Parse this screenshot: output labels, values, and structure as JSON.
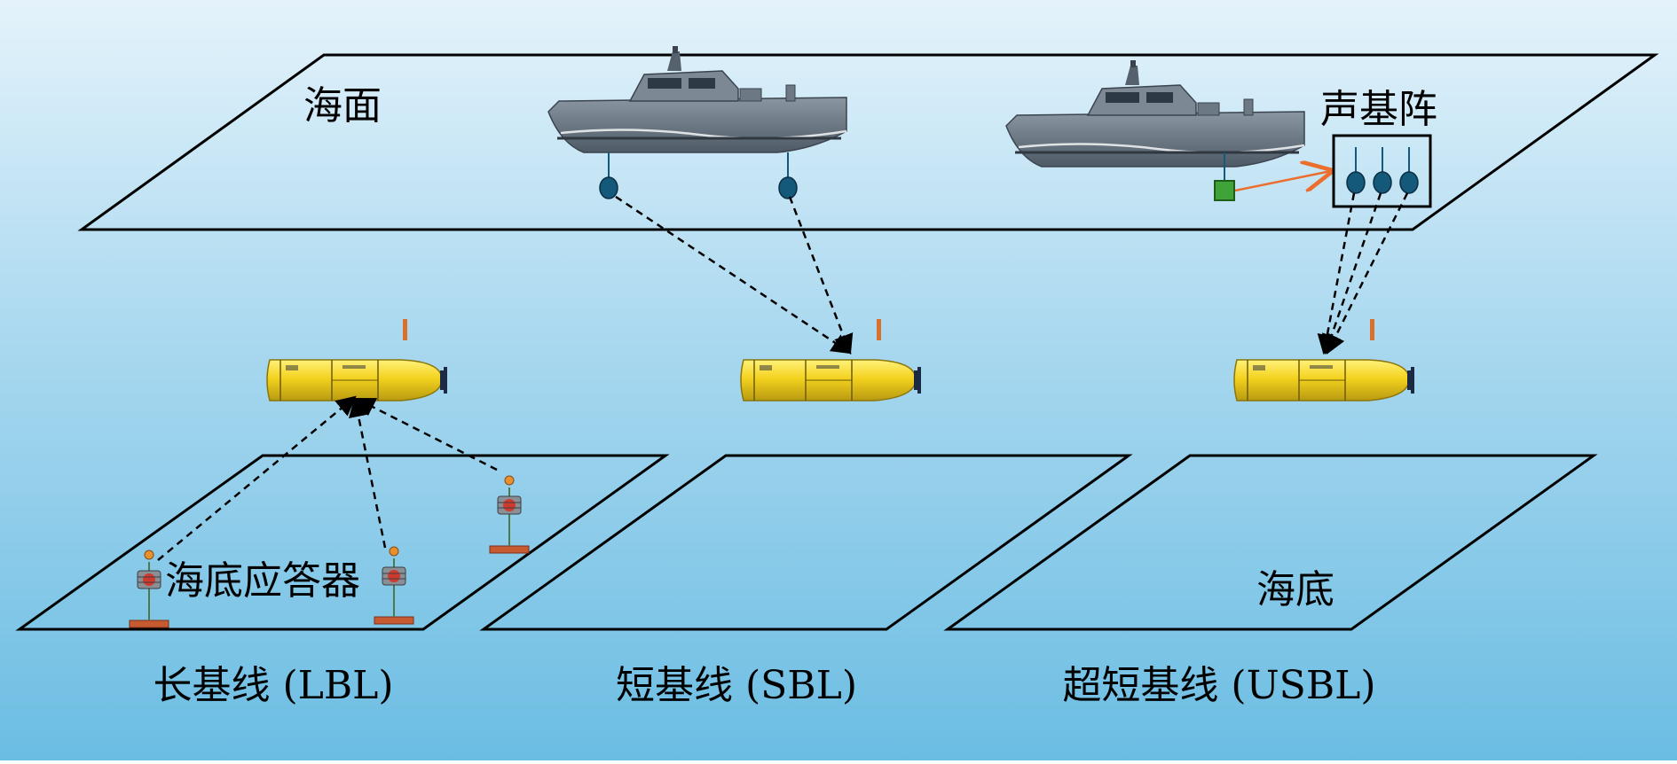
{
  "labels": {
    "sea_surface": "海面",
    "acoustic_array": "声基阵",
    "seabed_transponder": "海底应答器",
    "seabed": "海底"
  },
  "methods": [
    {
      "name": "长基线 (LBL)"
    },
    {
      "name": "短基线 (SBL)"
    },
    {
      "name": "超短基线 (USBL)"
    }
  ],
  "colors": {
    "bg_top": "#e4f3fb",
    "bg_bottom": "#6bbde3",
    "ship_hull": "#6f7c89",
    "auv_body": "#f4d21f",
    "hydrophone": "#14587a",
    "transducer": "#3fa33a",
    "arrow_orange": "#ec6e2e",
    "transponder_base": "#c85a32",
    "transponder_body": "#d03a2c"
  },
  "icons": [
    "ship-icon",
    "auv-icon",
    "hydrophone-icon",
    "transponder-icon",
    "transducer-icon"
  ]
}
